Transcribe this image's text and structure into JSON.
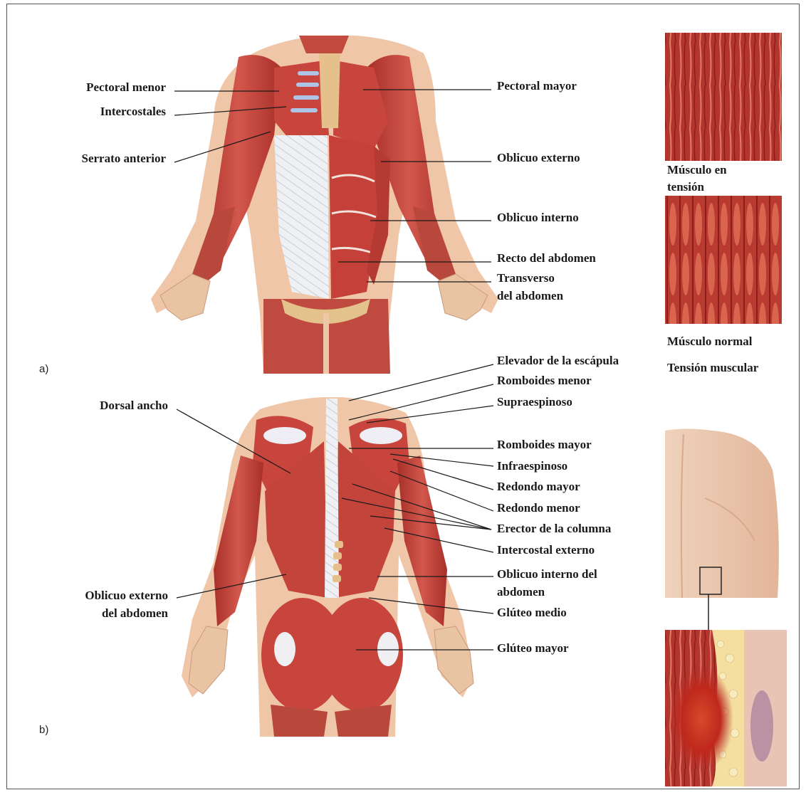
{
  "panel_a": {
    "tag": "a)",
    "labels": {
      "pectoral_menor": "Pectoral menor",
      "intercostales": "Intercostales",
      "serrato_anterior": "Serrato anterior",
      "pectoral_mayor": "Pectoral mayor",
      "oblicuo_externo": "Oblicuo externo",
      "oblicuo_interno": "Oblicuo interno",
      "recto_abdomen": "Recto del abdomen",
      "transverso_1": "Transverso",
      "transverso_2": "del abdomen"
    }
  },
  "panel_b": {
    "tag": "b)",
    "labels": {
      "elevador": "Elevador de la escápula",
      "romboides_menor": "Romboides menor",
      "supraespinoso": "Supraespinoso",
      "dorsal_ancho": "Dorsal ancho",
      "romboides_mayor": "Romboides mayor",
      "infraespinoso": "Infraespinoso",
      "redondo_mayor": "Redondo mayor",
      "redondo_menor": "Redondo menor",
      "erector": "Erector de la columna",
      "intercostal_externo": "Intercostal externo",
      "oblicuo_interno_1": "Oblicuo interno del",
      "oblicuo_interno_2": "abdomen",
      "oblicuo_externo_1": "Oblicuo externo",
      "oblicuo_externo_2": "del abdomen",
      "gluteo_medio": "Glúteo medio",
      "gluteo_mayor": "Glúteo mayor"
    }
  },
  "side": {
    "tension_1": "Músculo en",
    "tension_2": "tensión",
    "normal": "Músculo normal",
    "tension_muscular": "Tensión muscular"
  },
  "colors": {
    "muscle": "#c9443c",
    "muscle_dark": "#a52a25",
    "tendon": "#eaeaf0",
    "skin": "#f2cdb0",
    "bone": "#e8c88e"
  }
}
